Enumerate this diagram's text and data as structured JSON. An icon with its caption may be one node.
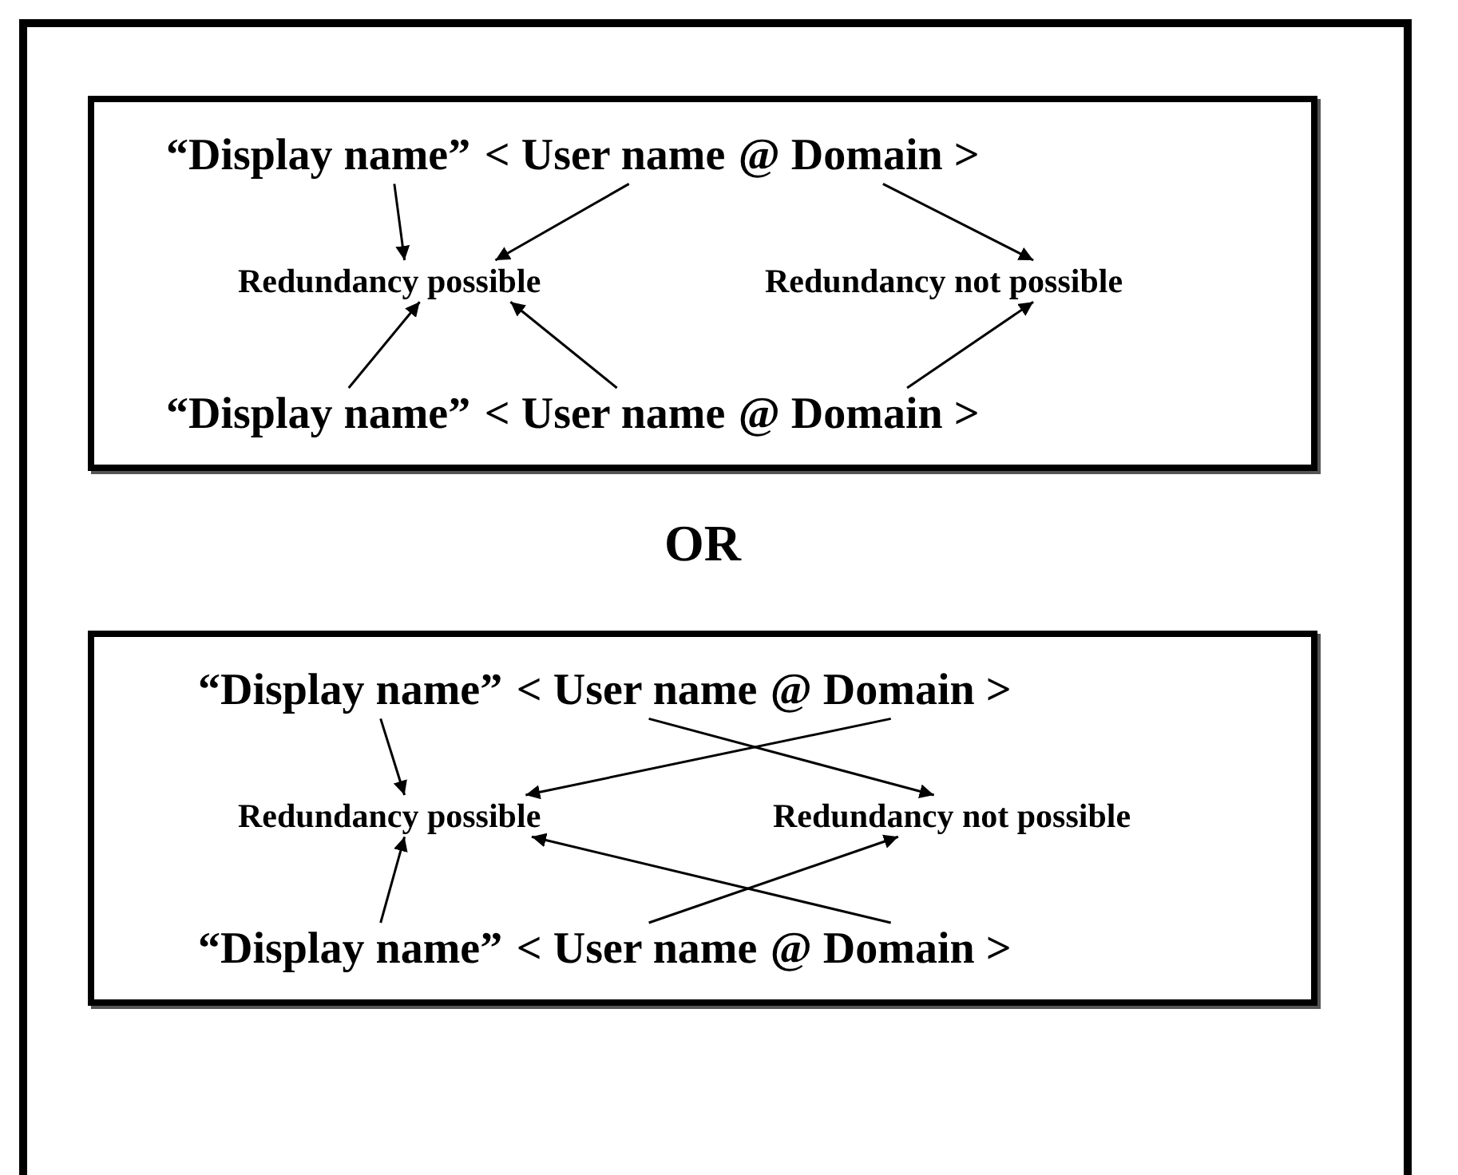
{
  "diagram": {
    "nodes": [
      {
        "text": [],
        "shape": "box"
      },
      {
        "text": [
          "“Display name”"
        ],
        "in": 0
      },
      {
        "text": [
          "< User name"
        ],
        "in": 0
      },
      {
        "text": [
          "@ Domain >"
        ],
        "in": 0
      },
      {
        "text": [
          "Redundancy possible"
        ],
        "in": 0
      },
      {
        "text": [
          "Redundancy not possible"
        ],
        "in": 0
      },
      {
        "text": [
          "“Display name”"
        ],
        "in": 0
      },
      {
        "text": [
          "< User name"
        ],
        "in": 0
      },
      {
        "text": [
          "@ Domain >"
        ],
        "in": 0
      },
      {
        "text": [],
        "shape": "box"
      },
      {
        "text": [
          "“Display name”"
        ],
        "in": 9
      },
      {
        "text": [
          "< User name"
        ],
        "in": 9
      },
      {
        "text": [
          "@ Domain >"
        ],
        "in": 9
      },
      {
        "text": [
          "Redundancy possible"
        ],
        "in": 9
      },
      {
        "text": [
          "Redundancy not possible"
        ],
        "in": 9
      },
      {
        "text": [
          "“Display name”"
        ],
        "in": 9
      },
      {
        "text": [
          "< User name"
        ],
        "in": 9
      },
      {
        "text": [
          "@ Domain >"
        ],
        "in": 9
      }
    ],
    "edges": [
      {
        "from": 1,
        "to": 4,
        "arrow": "to"
      },
      {
        "from": 2,
        "to": 4,
        "arrow": "to"
      },
      {
        "from": 3,
        "to": 5,
        "arrow": "to"
      },
      {
        "from": 6,
        "to": 4,
        "arrow": "to"
      },
      {
        "from": 7,
        "to": 4,
        "arrow": "to"
      },
      {
        "from": 8,
        "to": 5,
        "arrow": "to"
      },
      {
        "from": 10,
        "to": 13,
        "arrow": "to"
      },
      {
        "from": 11,
        "to": 14,
        "arrow": "to"
      },
      {
        "from": 12,
        "to": 13,
        "arrow": "to"
      },
      {
        "from": 15,
        "to": 13,
        "arrow": "to"
      },
      {
        "from": 16,
        "to": 14,
        "arrow": "to"
      },
      {
        "from": 17,
        "to": 13,
        "arrow": "to"
      }
    ],
    "labels": [
      "OR"
    ]
  }
}
